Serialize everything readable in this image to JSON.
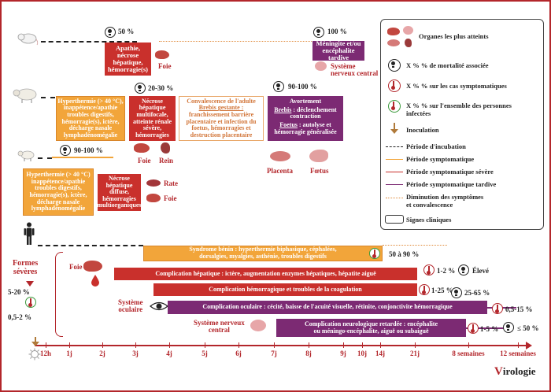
{
  "mouse": {
    "mortality": "50 %",
    "mortality_late": "100 %",
    "box1": "Apathie,\nnécrose\nhépatique,\nhémorragie(s)",
    "box2": "Méningite et/ou\nencéphalite tardive",
    "foie": "Foie",
    "snc": "Système\nnerveux central"
  },
  "sheep": {
    "mortality_sev": "20-30 %",
    "mortality_abort": "90-100 %",
    "box_sympt": "Hyperthermie (> 40 °C),\ninappétence/apathie\ntroubles digestifs,\nhémorragie(s), ictère,\ndécharge nasale\nlymphadénomégalie",
    "box_sev": "Nécrose\nhépatique\nmultifocale,\natteinte rénale\nsévère,\nhémorragies",
    "box_conv_title": "Convalescence de l'adulte",
    "box_conv_sub": "Brebis gestante :",
    "box_conv_body": "franchissement barrière\nplacentaire et infection du\nfoetus, hémorragies et\ndestruction placentaire",
    "box_abort_title": "Avortement",
    "box_abort_l1u": "Brebis",
    "box_abort_l1": " : déclenchement\ncontraction",
    "box_abort_l2u": "Foetus",
    "box_abort_l2": " : autolyse et\nhémorragie généralisée",
    "foie": "Foie",
    "rein": "Rein",
    "placenta": "Placenta",
    "foetus": "Fœtus"
  },
  "lamb": {
    "mortality": "90-100 %",
    "box_sympt": "Hyperthermie (> 40 °C)\ninappétence/apathie\ntroubles digestifs,\nhémorragie(s), ictère,\ndécharge nasale\nlymphadénomégalie",
    "box_sev": "Nécrose\nhépatique\ndiffuse,\nhémorragies\nmultiorganiques",
    "rate": "Rate",
    "foie": "Foie"
  },
  "human": {
    "formes_severes": "Formes\nsévères",
    "pct1": "5-20 %",
    "pct2": "0,5-2 %",
    "benign": "Syndrome bénin : hyperthermie biphasique, céphalées,\ndorsalgies, myalgies, asthénie, troubles digestifs",
    "benign_pct": "50 à 90 %",
    "foie": "Foie",
    "hep": "Complication hépatique : ictère, augmentation enzymes hépatiques, hépatite aiguë",
    "hep_pct": "1-2 %",
    "hep_mort": "Élevé",
    "hemo": "Complication hémorragique et troubles de la coagulation",
    "hemo_pct": "1-25 %",
    "hemo_mort": "25-65 %",
    "sys_oc": "Système\noculaire",
    "ocul": "Complication oculaire : cécité, baisse de l'acuité visuelle, rétinite, conjonctivite hémorragique",
    "ocul_pct": "0,5-15 %",
    "snc": "Système nerveux\ncentral",
    "neuro": "Complication neurologique retardée : encéphalite\nou méningo-encéphalite, aiguë ou subaiguë",
    "neuro_pct": "1-5 %",
    "neuro_mort": "≤ 50 %"
  },
  "axis": [
    "12h",
    "1j",
    "2j",
    "3j",
    "4j",
    "5j",
    "6j",
    "7j",
    "8j",
    "9j",
    "10j",
    "14j",
    "21j",
    "8 semaines",
    "12 semaines"
  ],
  "legend": {
    "organes": "Organes les plus atteints",
    "mort": "X %  % de mortalité associée",
    "sympt": "X %  % sur les cas symptomatiques",
    "ens": "X %  % sur l'ensemble des personnes\ninfectées",
    "inoc": "Inoculation",
    "incub": "Période d'incubation",
    "psympt": "Période symptomatique",
    "psev": "Période symptomatique sévère",
    "ptard": "Période symptomatique tardive",
    "dimin": "Diminution des symptômes\net convalescence",
    "signes": "Signes cliniques"
  },
  "brand": "Virologie",
  "colors": {
    "accent": "#b3262b",
    "orange": "#f2a53a",
    "red": "#c9302c",
    "purple": "#7c2a73"
  }
}
